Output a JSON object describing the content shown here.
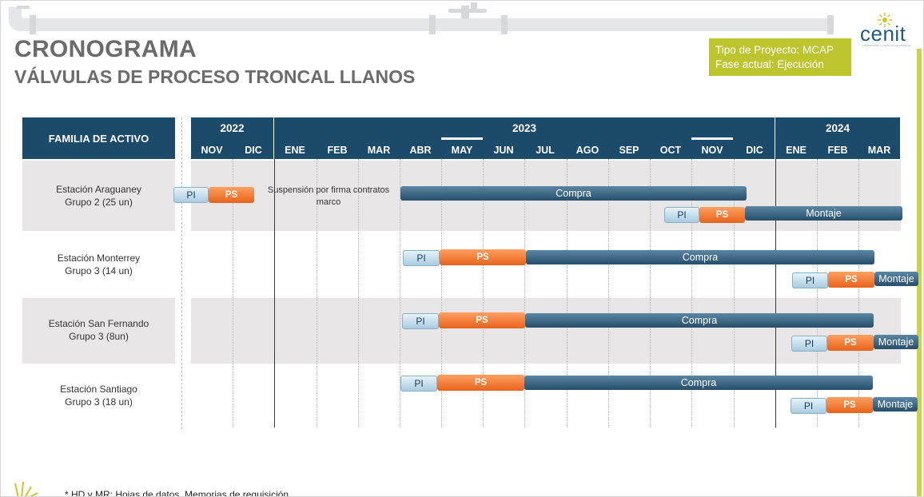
{
  "header": {
    "title": "CRONOGRAMA",
    "subtitle": "VÁLVULAS DE PROCESO TRONCAL LLANOS",
    "project_type": "Tipo de Proyecto: MCAP",
    "phase": "Fase actual: Ejecución",
    "logo_text": "cenit",
    "logo_tagline": "TRANSPORTE Y LOGÍSTICA DE HIDROCARBUROS"
  },
  "table": {
    "family_header": "FAMILIA DE ACTIVO",
    "years": [
      "2022",
      "2023",
      "2024"
    ],
    "months": [
      "NOV",
      "DIC",
      "ENE",
      "FEB",
      "MAR",
      "ABR",
      "MAY",
      "JUN",
      "JUL",
      "AGO",
      "SEP",
      "OCT",
      "NOV",
      "DIC",
      "ENE",
      "FEB",
      "MAR"
    ],
    "rows": [
      {
        "line1": "Estación Araguaney",
        "line2": "Grupo 2 (25 un)"
      },
      {
        "line1": "Estación Monterrey",
        "line2": "Grupo 3 (14 un)"
      },
      {
        "line1": "Estación San Fernando",
        "line2": "Grupo 3 (8un)"
      },
      {
        "line1": "Estación Santiago",
        "line2": "Grupo 3 (18 un)"
      }
    ]
  },
  "labels": {
    "pi": "PI",
    "ps": "PS",
    "compra": "Compra",
    "montaje": "Montaje",
    "suspension_line1": "Suspensión por firma contratos",
    "suspension_line2": "marco"
  },
  "footer": {
    "note": "* HD y MR: Hojas de datos, Memorias de requisición"
  },
  "colors": {
    "header_blue": "#1b4a6a",
    "ps_orange": "#e8621c",
    "accent_green": "#bdc52e",
    "row_gray": "#e8e6e7"
  }
}
